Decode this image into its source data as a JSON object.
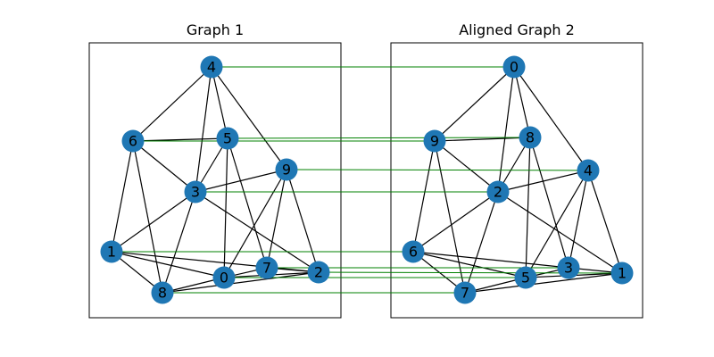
{
  "colors": {
    "node": "#1f77b4",
    "edge": "#000000",
    "alignment": "#008000",
    "frame": "#000000"
  },
  "graph1": {
    "title": "Graph 1",
    "nodes": [
      "0",
      "1",
      "2",
      "3",
      "4",
      "5",
      "6",
      "7",
      "8",
      "9"
    ],
    "edges": [
      [
        "4",
        "6"
      ],
      [
        "4",
        "5"
      ],
      [
        "4",
        "3"
      ],
      [
        "4",
        "9"
      ],
      [
        "6",
        "5"
      ],
      [
        "6",
        "3"
      ],
      [
        "6",
        "1"
      ],
      [
        "6",
        "8"
      ],
      [
        "5",
        "3"
      ],
      [
        "5",
        "0"
      ],
      [
        "5",
        "7"
      ],
      [
        "3",
        "9"
      ],
      [
        "3",
        "1"
      ],
      [
        "3",
        "8"
      ],
      [
        "3",
        "2"
      ],
      [
        "9",
        "0"
      ],
      [
        "9",
        "7"
      ],
      [
        "9",
        "2"
      ],
      [
        "1",
        "8"
      ],
      [
        "1",
        "0"
      ],
      [
        "1",
        "2"
      ],
      [
        "0",
        "8"
      ],
      [
        "0",
        "7"
      ],
      [
        "0",
        "2"
      ],
      [
        "7",
        "2"
      ],
      [
        "8",
        "2"
      ]
    ]
  },
  "graph2": {
    "title": "Aligned Graph 2",
    "nodes": [
      "0",
      "1",
      "2",
      "3",
      "4",
      "5",
      "6",
      "7",
      "8",
      "9"
    ],
    "edges": [
      [
        "0",
        "9"
      ],
      [
        "0",
        "8"
      ],
      [
        "0",
        "2"
      ],
      [
        "0",
        "4"
      ],
      [
        "9",
        "8"
      ],
      [
        "9",
        "2"
      ],
      [
        "9",
        "6"
      ],
      [
        "9",
        "7"
      ],
      [
        "8",
        "2"
      ],
      [
        "8",
        "5"
      ],
      [
        "8",
        "3"
      ],
      [
        "2",
        "4"
      ],
      [
        "2",
        "6"
      ],
      [
        "2",
        "7"
      ],
      [
        "2",
        "1"
      ],
      [
        "4",
        "5"
      ],
      [
        "4",
        "3"
      ],
      [
        "4",
        "1"
      ],
      [
        "6",
        "7"
      ],
      [
        "6",
        "5"
      ],
      [
        "6",
        "3"
      ],
      [
        "5",
        "7"
      ],
      [
        "5",
        "3"
      ],
      [
        "5",
        "1"
      ],
      [
        "3",
        "1"
      ],
      [
        "7",
        "1"
      ]
    ]
  },
  "alignment": [
    [
      "4",
      "0"
    ],
    [
      "6",
      "9"
    ],
    [
      "5",
      "8"
    ],
    [
      "9",
      "4"
    ],
    [
      "3",
      "2"
    ],
    [
      "1",
      "6"
    ],
    [
      "7",
      "3"
    ],
    [
      "2",
      "1"
    ],
    [
      "0",
      "5"
    ],
    [
      "8",
      "7"
    ]
  ]
}
